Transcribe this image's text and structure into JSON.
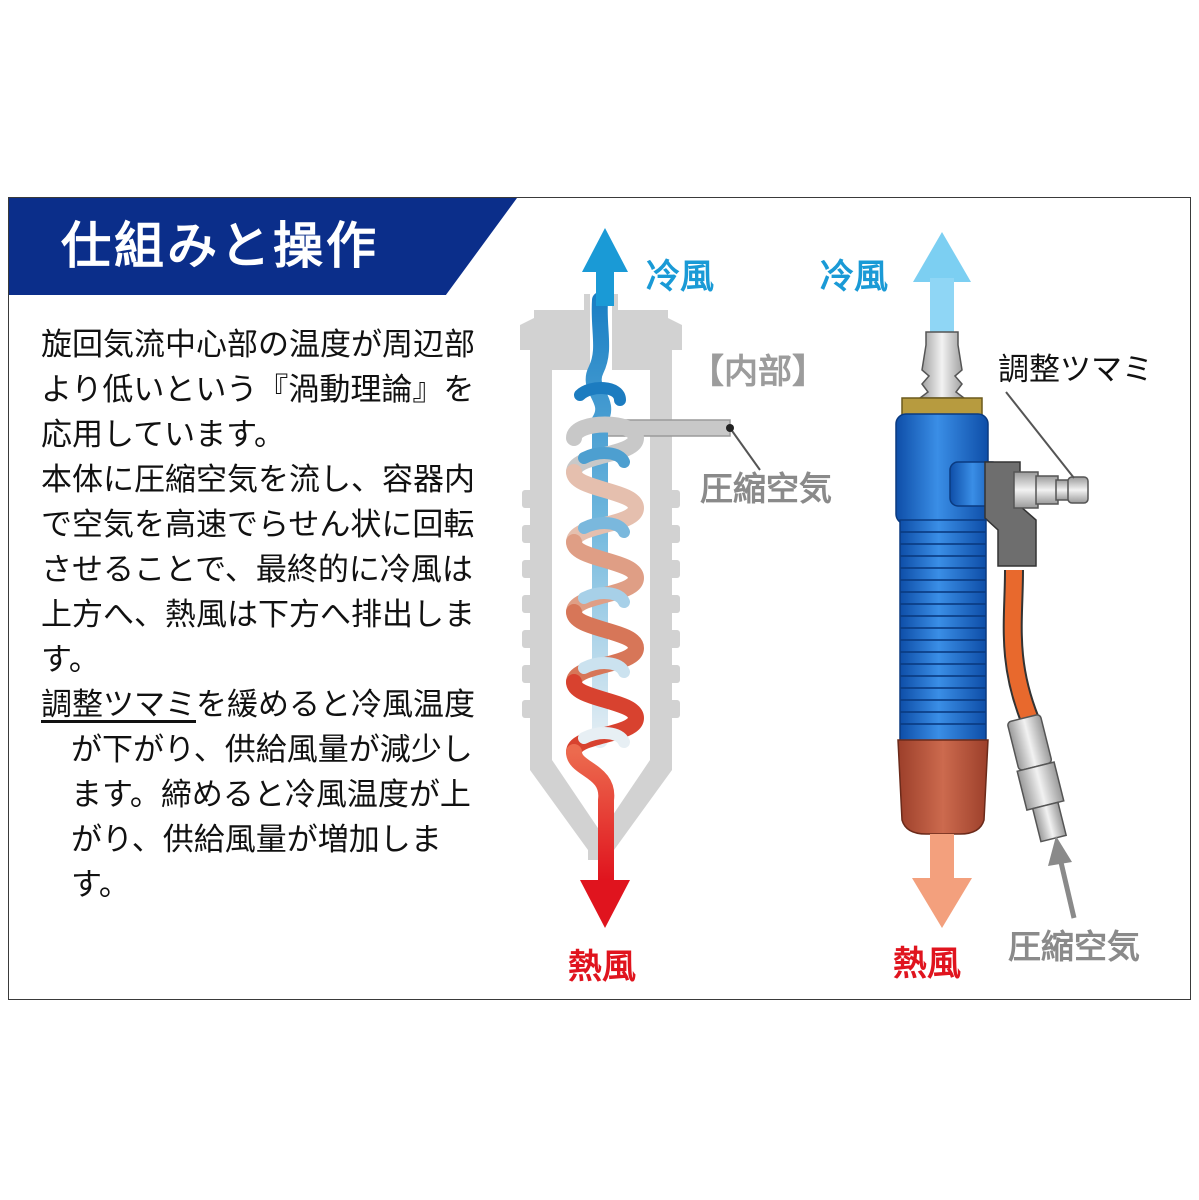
{
  "title": "仕組みと操作",
  "description": {
    "para1": "旋回気流中心部の温度が周辺部より低いという『渦動理論』を応用しています。",
    "para2": "本体に圧縮空気を流し、容器内で空気を高速でらせん状に回転させることで、最終的に冷風は上方へ、熱風は下方へ排出します。",
    "para3_link": "調整ツマミ",
    "para3_rest": "を緩めると冷風温度が下がり、供給風量が減少します。締めると冷風温度が上がり、供給風量が増加します。"
  },
  "internal_diagram": {
    "label_internal": "【内部】",
    "label_cold": "冷風",
    "label_hot": "熱風",
    "label_compressed_air": "圧縮空気"
  },
  "external_diagram": {
    "label_cold": "冷風",
    "label_hot": "熱風",
    "label_knob": "調整ツマミ",
    "label_compressed_air": "圧縮空気"
  },
  "colors": {
    "title_band": "#0b2e8a",
    "cold": "#1a9ad6",
    "cold_light": "#7fd0f3",
    "hot": "#e0141e",
    "hot_light": "#f3a07d",
    "body_blue": "#1b63c6",
    "hose_orange": "#e8692d",
    "nozzle_red": "#b8523a",
    "gray": "#8a8a8a"
  }
}
